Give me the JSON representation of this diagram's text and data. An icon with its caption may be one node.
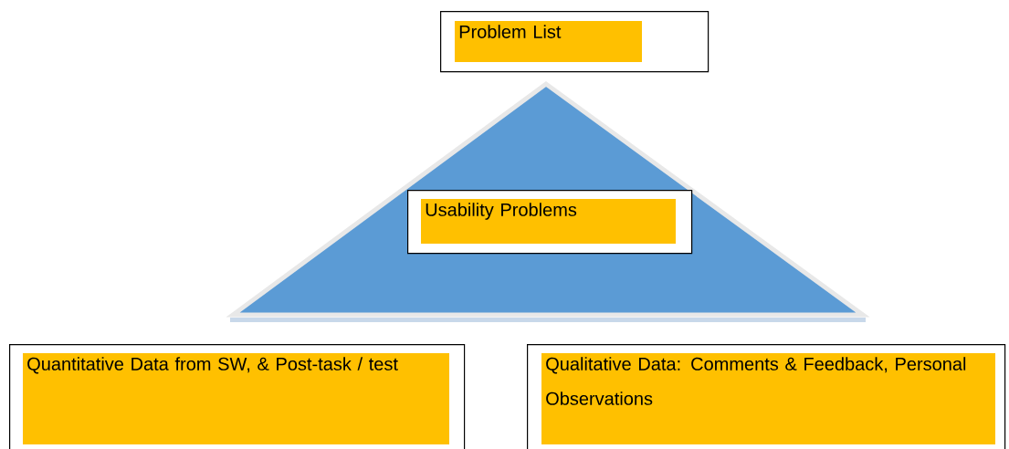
{
  "diagram": {
    "nodes": [
      {
        "text": [
          "Problem List"
        ]
      },
      {
        "text": [],
        "shape": "triangle"
      },
      {
        "text": [
          "Usability Problems"
        ],
        "in": 1
      },
      {
        "text": [
          "Quantitative Data from SW, & Post-task / test"
        ]
      },
      {
        "text": [
          "Qualitative Data: Comments & Feedback, Personal Observations"
        ]
      }
    ]
  }
}
